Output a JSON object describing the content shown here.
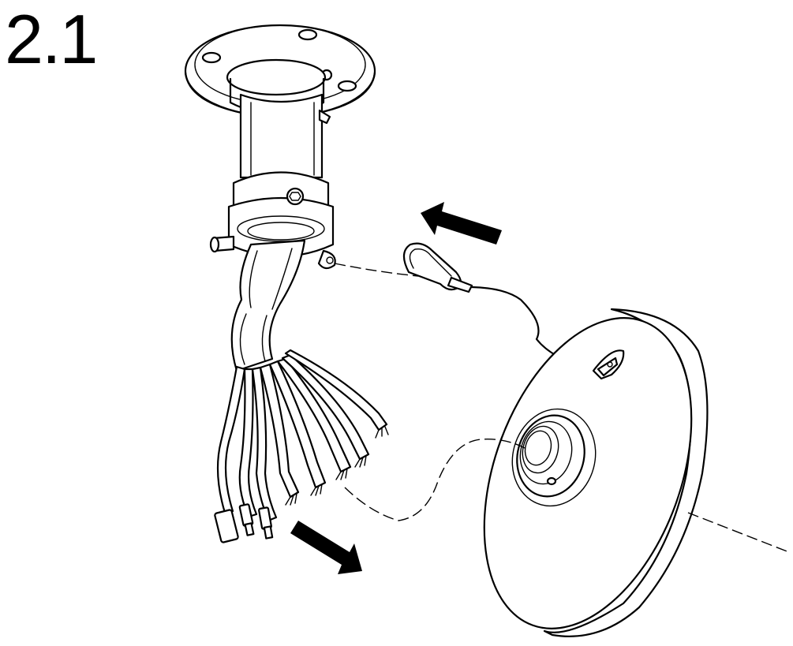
{
  "step": {
    "number": "2.1"
  },
  "arrows": [
    {
      "name": "arrow-mount-direction",
      "direction": "up-left"
    },
    {
      "name": "arrow-cable-direction",
      "direction": "down-right"
    }
  ],
  "colors": {
    "line": "#000000",
    "background": "#ffffff"
  }
}
